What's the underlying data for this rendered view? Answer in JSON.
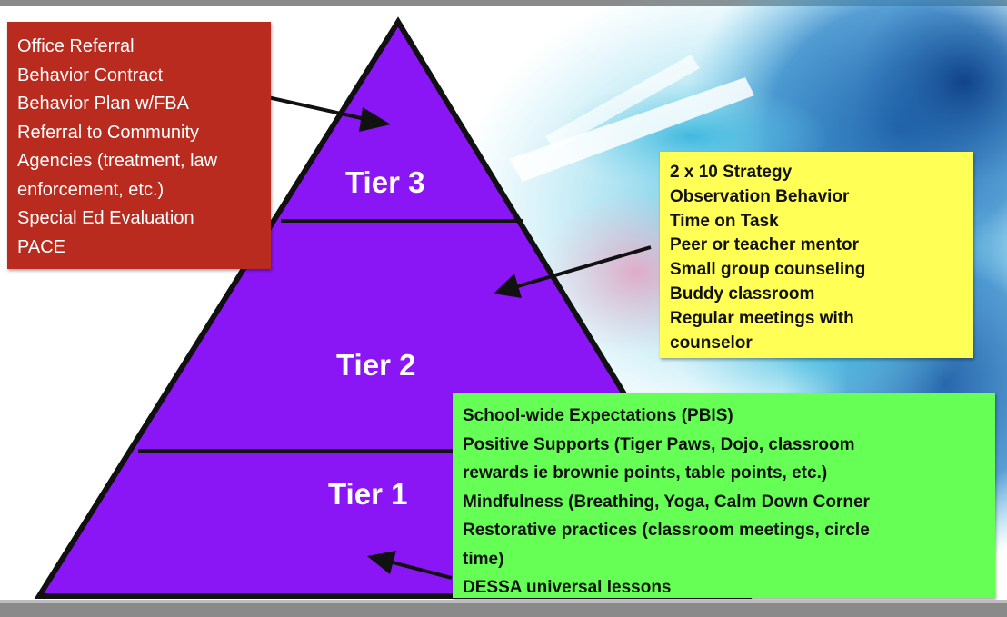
{
  "tiers": {
    "tier3_label": "Tier 3",
    "tier2_label": "Tier 2",
    "tier1_label": "Tier 1",
    "fill_color": "#8b16f5",
    "stroke_color": "#111111"
  },
  "tier3_box": {
    "color": "#b92b1f",
    "lines": [
      "Office Referral",
      "Behavior Contract",
      "Behavior Plan w/FBA",
      "Referral to Community",
      "Agencies (treatment, law",
      "enforcement, etc.)",
      "Special Ed Evaluation",
      "PACE"
    ]
  },
  "tier2_box": {
    "color": "#ffff55",
    "lines": [
      "2 x 10 Strategy",
      "Observation Behavior",
      "Time on Task",
      "Peer or teacher mentor",
      "Small group counseling",
      "Buddy classroom",
      "Regular meetings with",
      "counselor"
    ]
  },
  "tier1_box": {
    "color": "#66ff55",
    "lines": [
      "School-wide Expectations (PBIS)",
      "Positive Supports (Tiger Paws, Dojo, classroom",
      "rewards ie brownie points, table points, etc.)",
      "Mindfulness (Breathing, Yoga, Calm Down Corner",
      "Restorative practices (classroom meetings, circle",
      "time)",
      "DESSA universal lessons"
    ]
  }
}
